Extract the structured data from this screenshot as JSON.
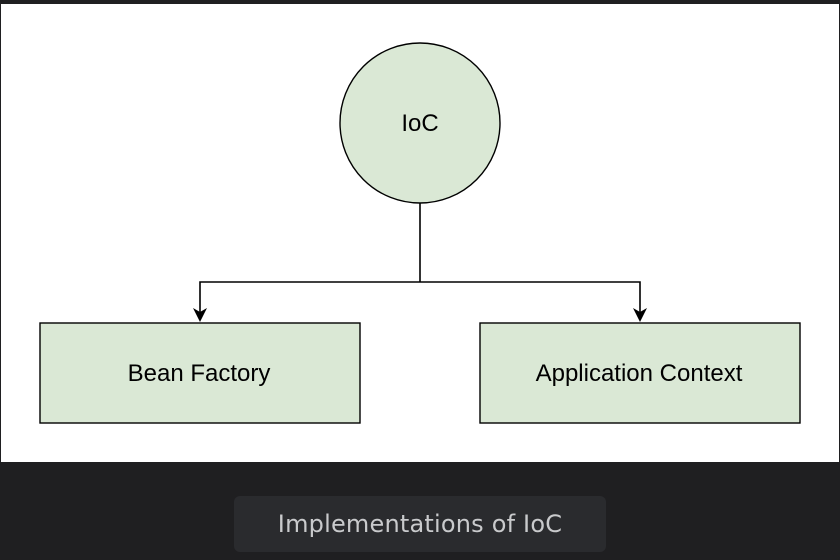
{
  "diagram": {
    "root": {
      "label": "IoC"
    },
    "children": [
      {
        "label": "Bean Factory"
      },
      {
        "label": "Application Context"
      }
    ],
    "node_fill": "#dae8d5",
    "node_stroke": "#000000",
    "edge_color": "#000000"
  },
  "caption": {
    "text": "Implementations of IoC"
  },
  "colors": {
    "canvas": "#ffffff",
    "background": "#1f1f21",
    "caption_bg": "#2a2b2e",
    "caption_text": "#c9cacc"
  }
}
